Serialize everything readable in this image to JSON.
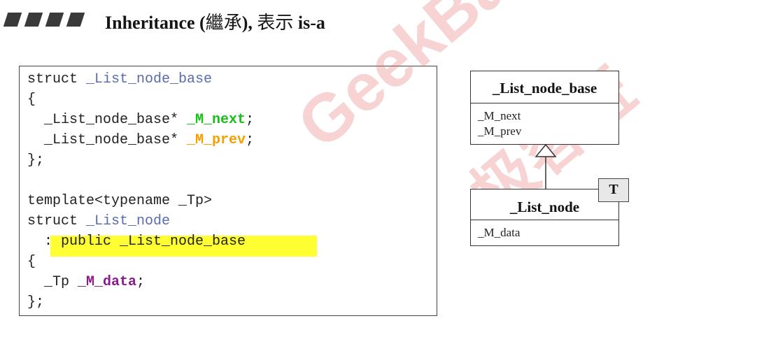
{
  "title": {
    "text_before": "Inheritance (",
    "text_cjk_1": "繼承",
    "text_mid": "), ",
    "text_cjk_2": "表示",
    "text_after": " is-a"
  },
  "code": {
    "lines": [
      "struct ",
      "_List_node_base",
      "{",
      "  _List_node_base* ",
      "_M_next",
      ";",
      "  _List_node_base* ",
      "_M_prev",
      ";",
      "};",
      "template<typename _Tp>",
      "struct ",
      "_List_node",
      "  : public _List_node_base",
      "{",
      "  _Tp ",
      "_M_data",
      ";",
      "};"
    ]
  },
  "uml": {
    "base_class": {
      "name": "_List_node_base",
      "attributes": [
        "_M_next",
        "_M_prev"
      ]
    },
    "derived_class": {
      "name": "_List_node",
      "attributes": [
        "_M_data"
      ]
    },
    "template_param": "T"
  },
  "watermark": {
    "cjk": "极客班",
    "latin": "GeekBand"
  },
  "colors": {
    "type_name": "#5b6bb0",
    "next_field": "#15c215",
    "prev_field": "#f4a000",
    "data_field": "#8b1a8b",
    "highlight": "#ffff33",
    "watermark": "#e66e6e"
  }
}
